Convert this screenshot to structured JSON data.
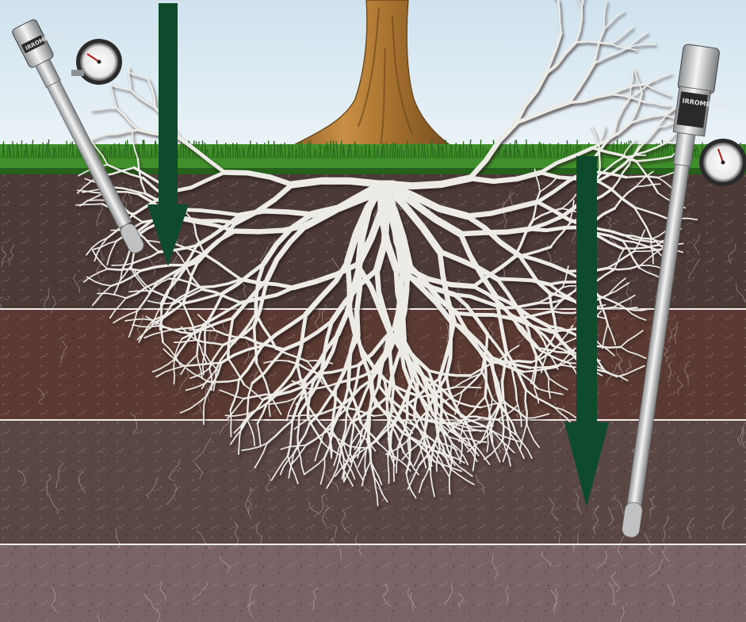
{
  "scene": {
    "subject": "tree root system with soil moisture tensiometers",
    "colors": {
      "sky_top": "#d7e8f3",
      "sky_bottom": "#eef5f8",
      "grass": "#3f8f2a",
      "grass_dark": "#25611a",
      "soil_layer_1": "#4b3a36",
      "soil_layer_2": "#5a3a32",
      "soil_layer_3": "#5a4744",
      "soil_layer_4": "#7a6366",
      "layer_line": "#f2ecec",
      "roots": "#ecebe6",
      "roots_shadow": "#9c9a94",
      "trunk": "#b47a34",
      "trunk_dark": "#6e4a1d",
      "arrow": "#0e4a2c",
      "probe_metal": "#c9cbcc"
    },
    "soil_layers": 4,
    "arrows": [
      {
        "name": "shallow-depth-arrow",
        "direction": "down"
      },
      {
        "name": "deep-depth-arrow",
        "direction": "down"
      }
    ],
    "instruments": [
      {
        "name": "shallow-tensiometer",
        "icon": "tensiometer-icon"
      },
      {
        "name": "deep-tensiometer",
        "icon": "tensiometer-icon"
      }
    ]
  }
}
